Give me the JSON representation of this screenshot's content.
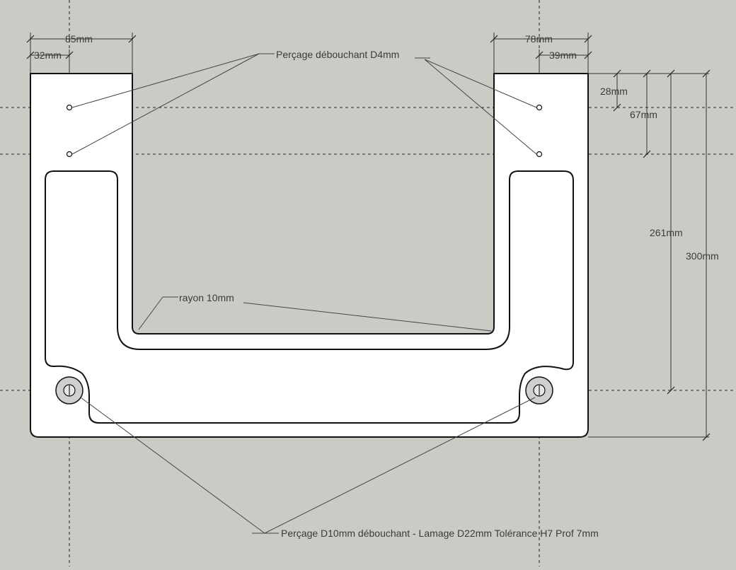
{
  "drawing": {
    "dimensions": {
      "width_left_outer": "85mm",
      "width_left_hole": "32mm",
      "width_right_outer": "78mm",
      "width_right_hole": "39mm",
      "height_first_hole": "28mm",
      "height_second_hole": "67mm",
      "height_counterbore": "261mm",
      "height_total": "300mm"
    },
    "annotations": {
      "through_hole": "Perçage débouchant D4mm",
      "radius": "rayon 10mm",
      "counterbore": "Perçage D10mm débouchant - Lamage D22mm Tolérance H7 Prof 7mm"
    }
  }
}
